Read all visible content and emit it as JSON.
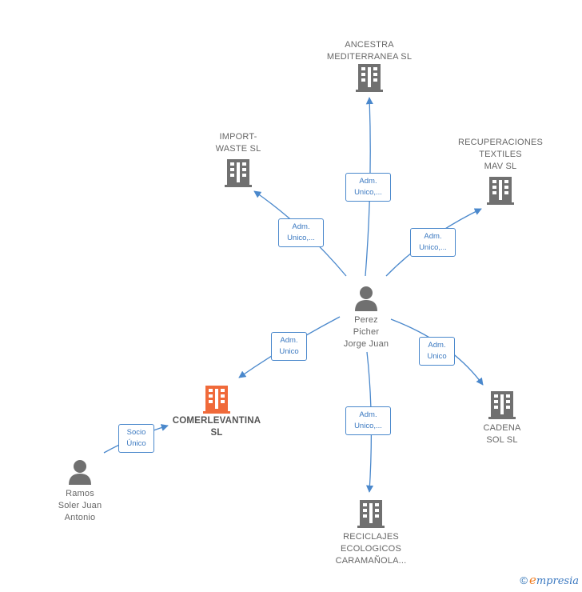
{
  "colors": {
    "edge": "#4a88cc",
    "building": "#707070",
    "building_main": "#f06a3a",
    "person": "#707070"
  },
  "nodes": {
    "ancestra": {
      "label": "ANCESTRA\nMEDITERRANEA SL",
      "icon": "building-icon"
    },
    "import_waste": {
      "label": "IMPORT-\nWASTE  SL",
      "icon": "building-icon"
    },
    "recuperaciones": {
      "label": "RECUPERACIONES\nTEXTILES\nMAV  SL",
      "icon": "building-icon"
    },
    "perez": {
      "label": "Perez\nPicher\nJorge Juan",
      "icon": "person-icon"
    },
    "comerlevantina": {
      "label": "COMERLEVANTINA\nSL",
      "icon": "building-icon"
    },
    "cadena": {
      "label": "CADENA\nSOL SL",
      "icon": "building-icon"
    },
    "ramos": {
      "label": "Ramos\nSoler Juan\nAntonio",
      "icon": "person-icon"
    },
    "reciclajes": {
      "label": "RECICLAJES\nECOLOGICOS\nCARAMAÑOLA...",
      "icon": "building-icon"
    }
  },
  "edges": {
    "to_ancestra": "Adm.\nUnico,...",
    "to_import_waste": "Adm.\nUnico,...",
    "to_recuperaciones": "Adm.\nUnico,...",
    "to_comerlevantina": "Adm.\nUnico",
    "to_cadena": "Adm.\nUnico",
    "to_reciclajes": "Adm.\nUnico,...",
    "ramos_to_comerlevantina": "Socio\nÚnico"
  },
  "watermark": {
    "copyright": "©",
    "brand_initial": "e",
    "brand_rest": "mpresia"
  }
}
